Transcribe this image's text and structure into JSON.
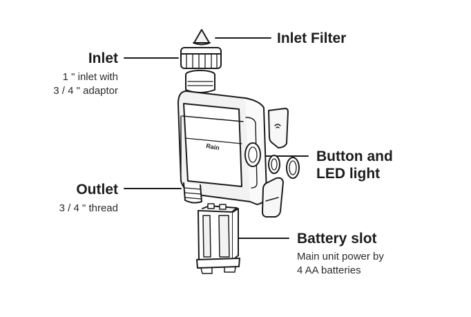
{
  "labels": {
    "inlet_filter": {
      "title": "Inlet Filter"
    },
    "inlet": {
      "title": "Inlet",
      "line1": "1 \" inlet with",
      "line2": "3 / 4 \" adaptor"
    },
    "outlet": {
      "title": "Outlet",
      "line1": "3 / 4 \" thread"
    },
    "button": {
      "title_line1": "Button and",
      "title_line2": "LED light"
    },
    "battery": {
      "title": "Battery slot",
      "line1": "Main unit power by",
      "line2": "4 AA batteries"
    }
  },
  "colors": {
    "outline": "#1a1a1a",
    "fill": "#ffffff",
    "shade": "#e9e9e9"
  }
}
